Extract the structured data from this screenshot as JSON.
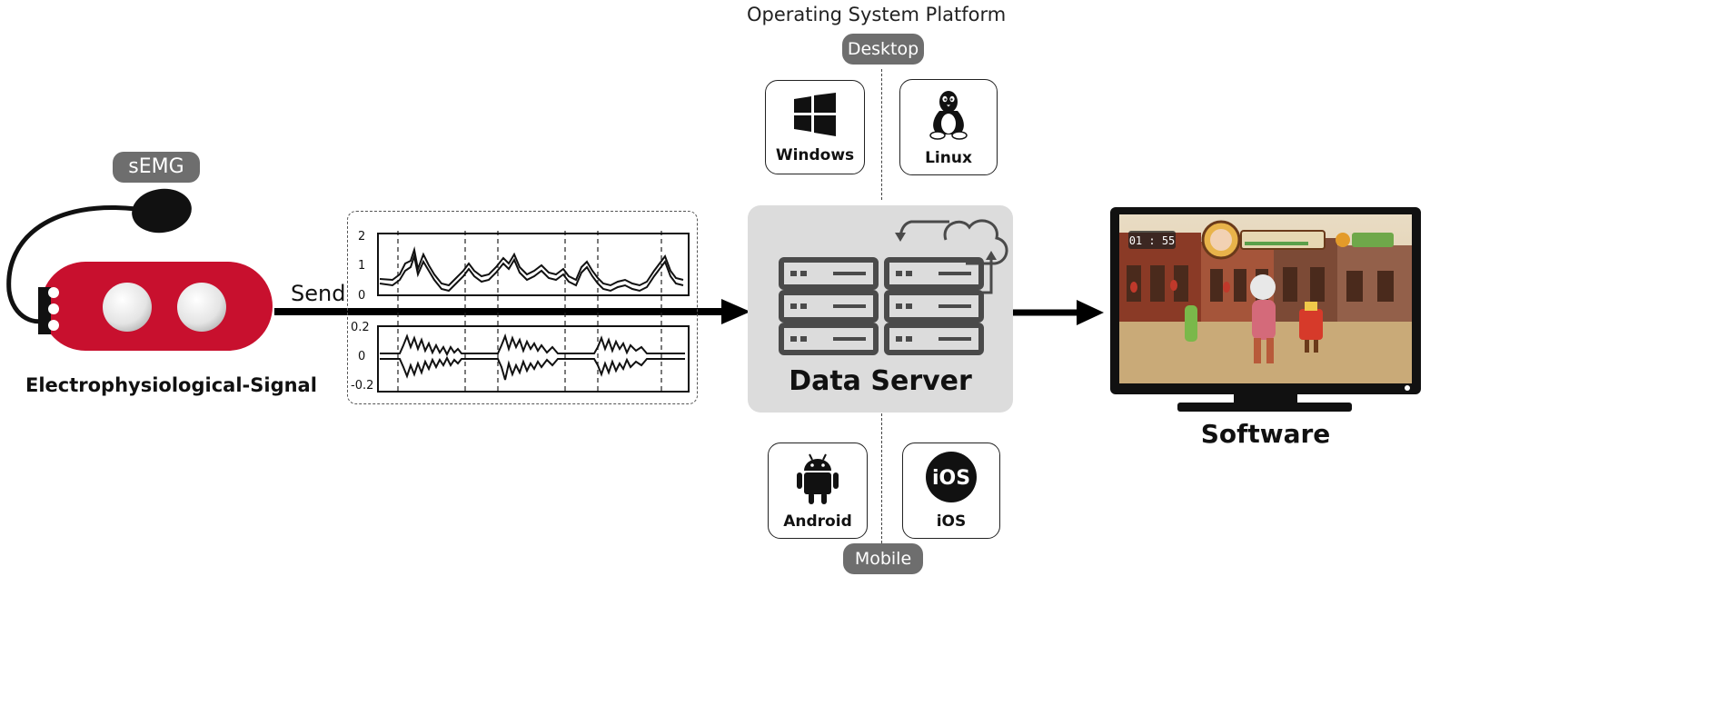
{
  "sensor": {
    "badge": "sEMG",
    "caption": "Electrophysiological-Signal"
  },
  "transfer": {
    "send_label": "Send"
  },
  "signal_plot": {
    "top_ticks": [
      "2",
      "1",
      "0"
    ],
    "bottom_ticks": [
      "0.2",
      "0",
      "-0.2"
    ]
  },
  "platform": {
    "title": "Operating System Platform",
    "desktop_label": "Desktop",
    "mobile_label": "Mobile",
    "windows": "Windows",
    "linux": "Linux",
    "android": "Android",
    "ios": "iOS",
    "ios_logo": "iOS"
  },
  "server": {
    "label": "Data Server"
  },
  "software": {
    "label": "Software",
    "hud_timer": "01 : 55"
  },
  "colors": {
    "device_red": "#c8102e",
    "pill_gray": "#6e6e6e",
    "server_bg": "#dcdcdc",
    "server_icon": "#4a4a4a"
  }
}
